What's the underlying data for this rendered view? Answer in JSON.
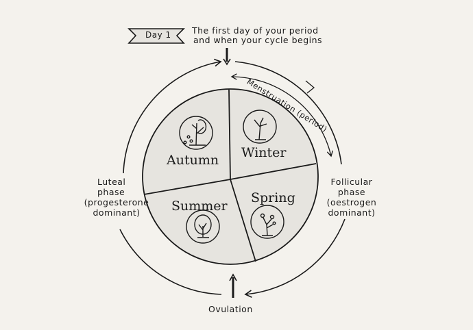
{
  "day_badge": "Day 1",
  "day_caption_line1": "The first day of your period",
  "day_caption_line2": "and when your cycle begins",
  "menstruation_label": "Menstruation (period)",
  "follicular": {
    "line1": "Follicular",
    "line2": "phase",
    "line3": "(oestrogen",
    "line4": "dominant)"
  },
  "luteal": {
    "line1": "Luteal",
    "line2": "phase",
    "line3": "(progesterone",
    "line4": "dominant)"
  },
  "ovulation_label": "Ovulation",
  "seasons": {
    "autumn": "Autumn",
    "winter": "Winter",
    "spring": "Spring",
    "summer": "Summer"
  },
  "colors": {
    "background": "#f4f2ed",
    "pie_fill": "#e6e4df",
    "ink": "#1a1a1a"
  }
}
